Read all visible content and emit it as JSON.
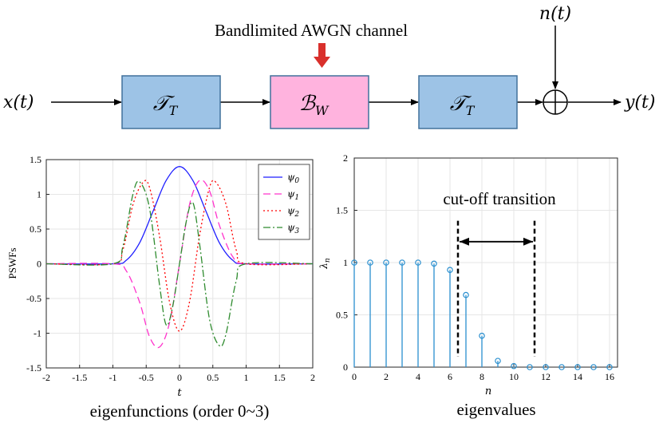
{
  "diagram": {
    "title": "Bandlimited AWGN channel",
    "noise_label": "n(t)",
    "input_label": "x(t)",
    "output_label": "y(t)",
    "blocks": [
      {
        "id": "timelimit1",
        "label_main": "𝒯",
        "label_sub": "T",
        "color": "#9dc3e6"
      },
      {
        "id": "bandlimit",
        "label_main": "ℬ",
        "label_sub": "W",
        "color": "#ffb3de"
      },
      {
        "id": "timelimit2",
        "label_main": "𝒯",
        "label_sub": "T",
        "color": "#9dc3e6"
      }
    ],
    "channel_arrow_color": "#d9302c"
  },
  "chart_data": [
    {
      "type": "line",
      "caption": "eigenfunctions (order 0~3)",
      "xlabel": "t",
      "ylabel": "PSWFs",
      "xlim": [
        -2,
        2
      ],
      "ylim": [
        -1.5,
        1.5
      ],
      "xticks": [
        "-2",
        "-1.5",
        "-1",
        "-0.5",
        "0",
        "0.5",
        "1",
        "1.5",
        "2"
      ],
      "yticks": [
        "1.5",
        "1",
        "0.5",
        "0",
        "-0.5",
        "-1",
        "-1.5"
      ],
      "grid": true,
      "legend_position": "top-right",
      "series": [
        {
          "name": "ψ0",
          "sym": "ψ",
          "sub": "0",
          "color": "#1f1fff",
          "dash": "",
          "x": [
            -2,
            -1,
            -0.8,
            -0.6,
            -0.4,
            -0.2,
            0,
            0.2,
            0.4,
            0.6,
            0.8,
            1,
            2
          ],
          "y": [
            0,
            0,
            0.05,
            0.3,
            0.75,
            1.2,
            1.4,
            1.2,
            0.75,
            0.3,
            0.05,
            0,
            0
          ]
        },
        {
          "name": "ψ1",
          "sym": "ψ",
          "sub": "1",
          "color": "#ff33cc",
          "dash": "9,5",
          "x": [
            -2,
            -1,
            -0.8,
            -0.6,
            -0.45,
            -0.3,
            -0.15,
            0,
            0.15,
            0.3,
            0.45,
            0.6,
            0.8,
            1,
            2
          ],
          "y": [
            0,
            0,
            -0.1,
            -0.55,
            -1.05,
            -1.2,
            -0.85,
            0,
            0.85,
            1.2,
            1.05,
            0.55,
            0.1,
            0,
            0
          ]
        },
        {
          "name": "ψ2",
          "sym": "ψ",
          "sub": "2",
          "color": "#ff0000",
          "dash": "2,3",
          "x": [
            -2,
            -1,
            -0.85,
            -0.7,
            -0.55,
            -0.45,
            -0.3,
            -0.15,
            0,
            0.15,
            0.3,
            0.45,
            0.55,
            0.7,
            0.85,
            1,
            2
          ],
          "y": [
            0,
            0,
            0.2,
            0.85,
            1.17,
            1.1,
            0.4,
            -0.55,
            -0.97,
            -0.55,
            0.4,
            1.1,
            1.17,
            0.85,
            0.2,
            0,
            0
          ]
        },
        {
          "name": "ψ3",
          "sym": "ψ",
          "sub": "3",
          "color": "#2e8b2e",
          "dash": "9,3,2,3",
          "x": [
            -2,
            -1,
            -0.85,
            -0.7,
            -0.6,
            -0.45,
            -0.3,
            -0.2,
            -0.1,
            0,
            0.1,
            0.2,
            0.3,
            0.45,
            0.6,
            0.7,
            0.85,
            1,
            2
          ],
          "y": [
            0,
            0,
            0.25,
            1.0,
            1.18,
            0.8,
            -0.3,
            -0.88,
            -0.6,
            0,
            0.6,
            0.88,
            0.3,
            -0.8,
            -1.18,
            -1.0,
            -0.25,
            0,
            0
          ]
        }
      ]
    },
    {
      "type": "scatter",
      "caption": "eigenvalues",
      "xlabel": "n",
      "ylabel": "λn",
      "xlim": [
        0,
        16.5
      ],
      "ylim": [
        0,
        2
      ],
      "xticks": [
        "0",
        "2",
        "4",
        "6",
        "8",
        "10",
        "12",
        "14",
        "16"
      ],
      "yticks": [
        "2",
        "1.5",
        "1",
        "0.5",
        "0"
      ],
      "grid": true,
      "annotation": "cut-off transition",
      "transition_range": [
        6.5,
        11.3
      ],
      "color": "#2a8fcf",
      "x": [
        0,
        1,
        2,
        3,
        4,
        5,
        6,
        7,
        8,
        9,
        10,
        11,
        12,
        13,
        14,
        15,
        16
      ],
      "y": [
        1.0,
        1.0,
        1.0,
        1.0,
        1.0,
        0.99,
        0.93,
        0.69,
        0.3,
        0.06,
        0.01,
        0.0,
        0.0,
        0.0,
        0.0,
        0.0,
        0.0
      ]
    }
  ]
}
